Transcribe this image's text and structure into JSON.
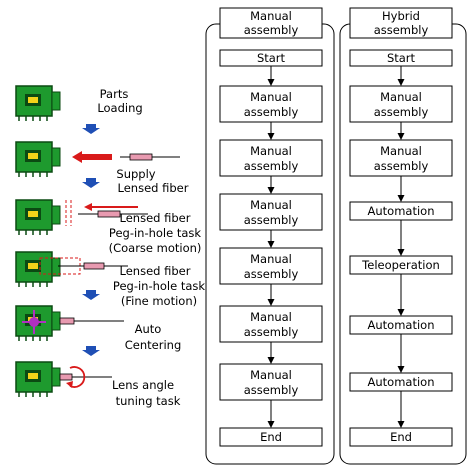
{
  "steps": [
    {
      "lines": [
        "Parts",
        "Loading"
      ]
    },
    {
      "lines": [
        "Supply",
        "Lensed fiber"
      ]
    },
    {
      "lines": [
        "Lensed fiber",
        "Peg-in-hole task",
        "(Coarse motion)"
      ]
    },
    {
      "lines": [
        "Lensed fiber",
        "Peg-in-hole task",
        "(Fine motion)"
      ]
    },
    {
      "lines": [
        "Auto",
        "Centering"
      ]
    },
    {
      "lines": [
        "Lens angle",
        "tuning task"
      ]
    }
  ],
  "manual_column": {
    "header": [
      "Manual",
      "assembly"
    ],
    "boxes": [
      {
        "lines": [
          "Start"
        ]
      },
      {
        "lines": [
          "Manual",
          "assembly"
        ]
      },
      {
        "lines": [
          "Manual",
          "assembly"
        ]
      },
      {
        "lines": [
          "Manual",
          "assembly"
        ]
      },
      {
        "lines": [
          "Manual",
          "assembly"
        ]
      },
      {
        "lines": [
          "Manual",
          "assembly"
        ]
      },
      {
        "lines": [
          "Manual",
          "assembly"
        ]
      },
      {
        "lines": [
          "End"
        ]
      }
    ]
  },
  "hybrid_column": {
    "header": [
      "Hybrid",
      "assembly"
    ],
    "boxes": [
      {
        "lines": [
          "Start"
        ]
      },
      {
        "lines": [
          "Manual",
          "assembly"
        ]
      },
      {
        "lines": [
          "Manual",
          "assembly"
        ]
      },
      {
        "lines": [
          "Automation"
        ]
      },
      {
        "lines": [
          "Teleoperation"
        ]
      },
      {
        "lines": [
          "Automation"
        ]
      },
      {
        "lines": [
          "Automation"
        ]
      },
      {
        "lines": [
          "End"
        ]
      }
    ]
  },
  "colors": {
    "device_green": "#1e9a2e",
    "device_dark": "#0b4a12",
    "lens_yellow": "#f2d21a",
    "blue_arrow": "#1f4fb5",
    "red_arrow": "#d91a1a",
    "fiber_pink": "#e89ab0",
    "lens_purple": "#b030c0"
  }
}
